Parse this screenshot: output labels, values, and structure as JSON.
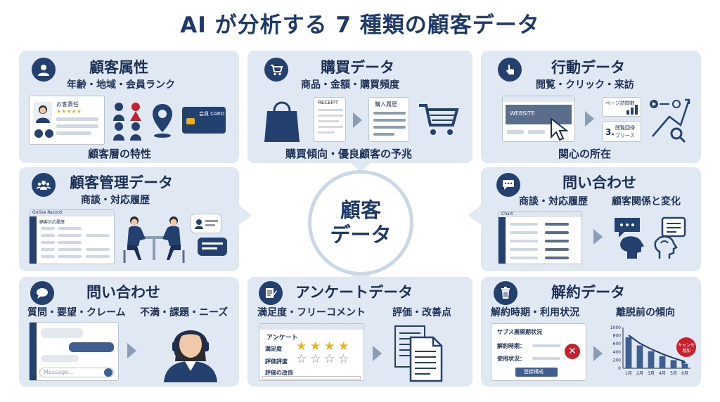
{
  "title": "AI が分析する 7 種類の顧客データ",
  "center": {
    "line1": "顧客",
    "line2": "データ"
  },
  "cards": {
    "attributes": {
      "title": "顧客属性",
      "subtitle": "年齢・地域・会員ランク",
      "footer": "顧客層の特性",
      "profile_name": "お客責任",
      "card_label": "会員 CARD",
      "icon": "user-icon"
    },
    "purchase": {
      "title": "購買データ",
      "subtitle": "商品・金額・購買頻度",
      "footer": "購買傾向・優良顧客の予兆",
      "receipt_label": "RECEIPT",
      "history_label": "購入履歴",
      "icon": "cart-icon"
    },
    "behavior": {
      "title": "行動データ",
      "subtitle": "閲覧・クリック・来訪",
      "footer": "関心の所在",
      "website_label": "WEBSITE",
      "pv_label": "ページ訪問数",
      "repeat_label": "閲覧回帰",
      "repeat_label2": "ブリース",
      "repeat_num": "3.",
      "icon": "pointer-icon"
    },
    "management": {
      "title": "顧客管理データ",
      "subtitle": "商談・対応履歴",
      "record_label": "Online Record",
      "record_sub": "顧客対応履歴",
      "icon": "group-icon"
    },
    "inquiry_right": {
      "title": "問い合わせ",
      "subtitle1": "商談・対応履歴",
      "subtitle2": "顧客関係と変化",
      "chart_label": "Chart",
      "icon": "chat-icon"
    },
    "inquiry_left": {
      "title": "問い合わせ",
      "subtitle1": "質問・要望・クレーム",
      "subtitle2": "不満・課題・ニーズ",
      "input_placeholder": "Message...",
      "icon": "speech-icon"
    },
    "survey": {
      "title": "アンケートデータ",
      "subtitle1": "満足度・フリーコメント",
      "subtitle2": "評価・改善点",
      "form_title": "アンケート",
      "row1": "満足度",
      "row2": "評価評度",
      "row3": "評価の改良",
      "icon": "form-icon"
    },
    "churn": {
      "title": "解約データ",
      "subtitle1": "解約時期・利用状況",
      "subtitle2": "離脱前の傾向",
      "panel_title": "サブス展開期状況",
      "row1": "解約時期：",
      "row2": "使用状況：",
      "button": "登録構成",
      "badge_line1": "キャンセ",
      "badge_line2": "増加",
      "icon": "trash-icon"
    }
  },
  "chart_data": {
    "type": "bar",
    "categories": [
      "1月",
      "2月",
      "3月",
      "4月",
      "5月",
      "6月"
    ],
    "values": [
      760,
      560,
      420,
      300,
      200,
      110
    ],
    "ylim": [
      0,
      1000
    ],
    "yticks": [
      "1000",
      "800",
      "600",
      "400",
      "200",
      "0"
    ],
    "colors": {
      "bar": "#3f5f92",
      "trend": "#1e3a6b",
      "badge": "#c8202e"
    }
  }
}
